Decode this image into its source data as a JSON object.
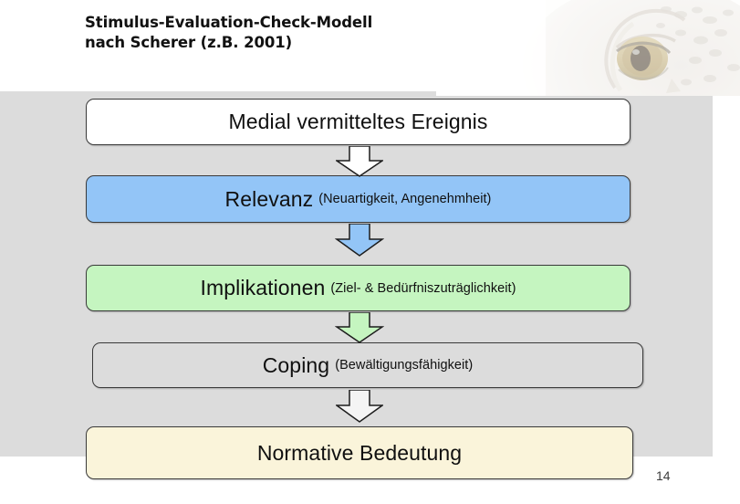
{
  "slide": {
    "page_number": "14",
    "background_color": "#ffffff",
    "band_color": "#dcdcdc"
  },
  "header": {
    "title_line1": "Stimulus-Evaluation-Check-Modell",
    "title_line2": "nach Scherer (z.B. 2001)",
    "decoration": "owl-photo"
  },
  "diagram": {
    "type": "flowchart",
    "orientation": "vertical-top-down",
    "boxes": [
      {
        "id": "ereignis",
        "primary": "Medial vermitteltes Ereignis",
        "secondary": "",
        "fill": "#ffffff",
        "border": "#3a3a3a"
      },
      {
        "id": "relevanz",
        "primary": "Relevanz",
        "secondary": "(Neuartigkeit, Angenehmheit)",
        "fill": "#93c5f7",
        "border": "#3a3a3a"
      },
      {
        "id": "implikationen",
        "primary": "Implikationen",
        "secondary": "(Ziel- & Bedürfniszuträglichkeit)",
        "fill": "#c5f5c0",
        "border": "#3a3a3a"
      },
      {
        "id": "coping",
        "primary": "Coping",
        "secondary": "(Bewältigungsfähigkeit)",
        "fill": "#dcdcdc",
        "border": "#3a3a3a"
      },
      {
        "id": "normative-bedeutung",
        "primary": "Normative Bedeutung",
        "secondary": "",
        "fill": "#faf4da",
        "border": "#3a3a3a"
      }
    ],
    "arrows": [
      {
        "id": "arrow-ereignis-relevanz",
        "fill": "#ffffff",
        "direction": "down"
      },
      {
        "id": "arrow-relevanz-implikationen",
        "fill": "#93c5f7",
        "direction": "down"
      },
      {
        "id": "arrow-implikationen-coping",
        "fill": "#c5f5c0",
        "direction": "down"
      },
      {
        "id": "arrow-coping-normative",
        "fill": "#f2f2f2",
        "direction": "down"
      }
    ]
  }
}
